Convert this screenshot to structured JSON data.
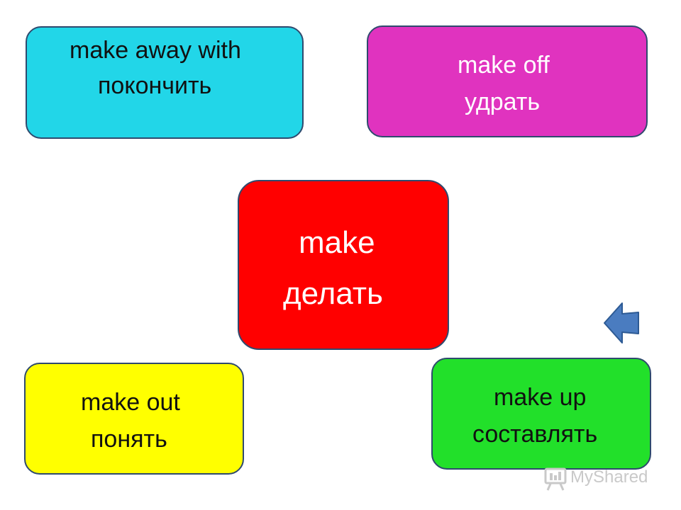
{
  "cards": {
    "away": {
      "line1": "make away with",
      "line2": "покончить",
      "color": "#22d6e8"
    },
    "off": {
      "line1": "make off",
      "line2": "удрать",
      "color": "#e033bf"
    },
    "center": {
      "line1": "make",
      "line2": "делать",
      "color": "#ff0000"
    },
    "out": {
      "line1": "make out",
      "line2": "понять",
      "color": "#ffff00"
    },
    "up": {
      "line1": "make up",
      "line2": "составлять",
      "color": "#22e02a"
    }
  },
  "arrow": {
    "icon": "left-arrow-icon",
    "color": "#4a7cc0"
  },
  "watermark": {
    "text": "MyShared",
    "icon": "presentation-board-icon"
  }
}
